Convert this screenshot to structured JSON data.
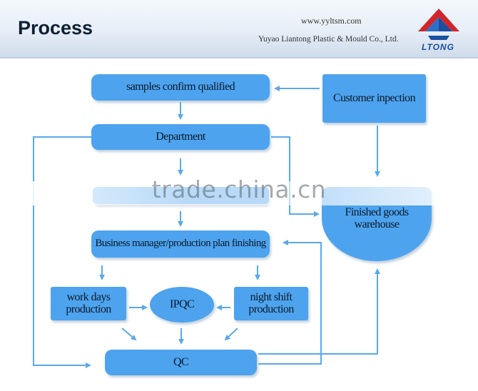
{
  "header": {
    "title": "Process",
    "url": "www.yyltsm.com",
    "company": "Yuyao Liantong Plastic & Mould Co., Ltd.",
    "logo_text": "LTONG"
  },
  "nodes": {
    "samples": "samples confirm qualified",
    "customer": "Customer inpection",
    "department": "Department",
    "warehouse": "Finished goods warehouse",
    "business": "Business manager/production plan finishing",
    "workdays": "work days production",
    "ipqc": "IPQC",
    "nightshift": "night shift production",
    "qc": "QC"
  },
  "watermark": "trade.china.cn",
  "colors": {
    "node_fill": "#4da3ee",
    "connector": "#5aa9ea",
    "header_title": "#0f1f33"
  }
}
